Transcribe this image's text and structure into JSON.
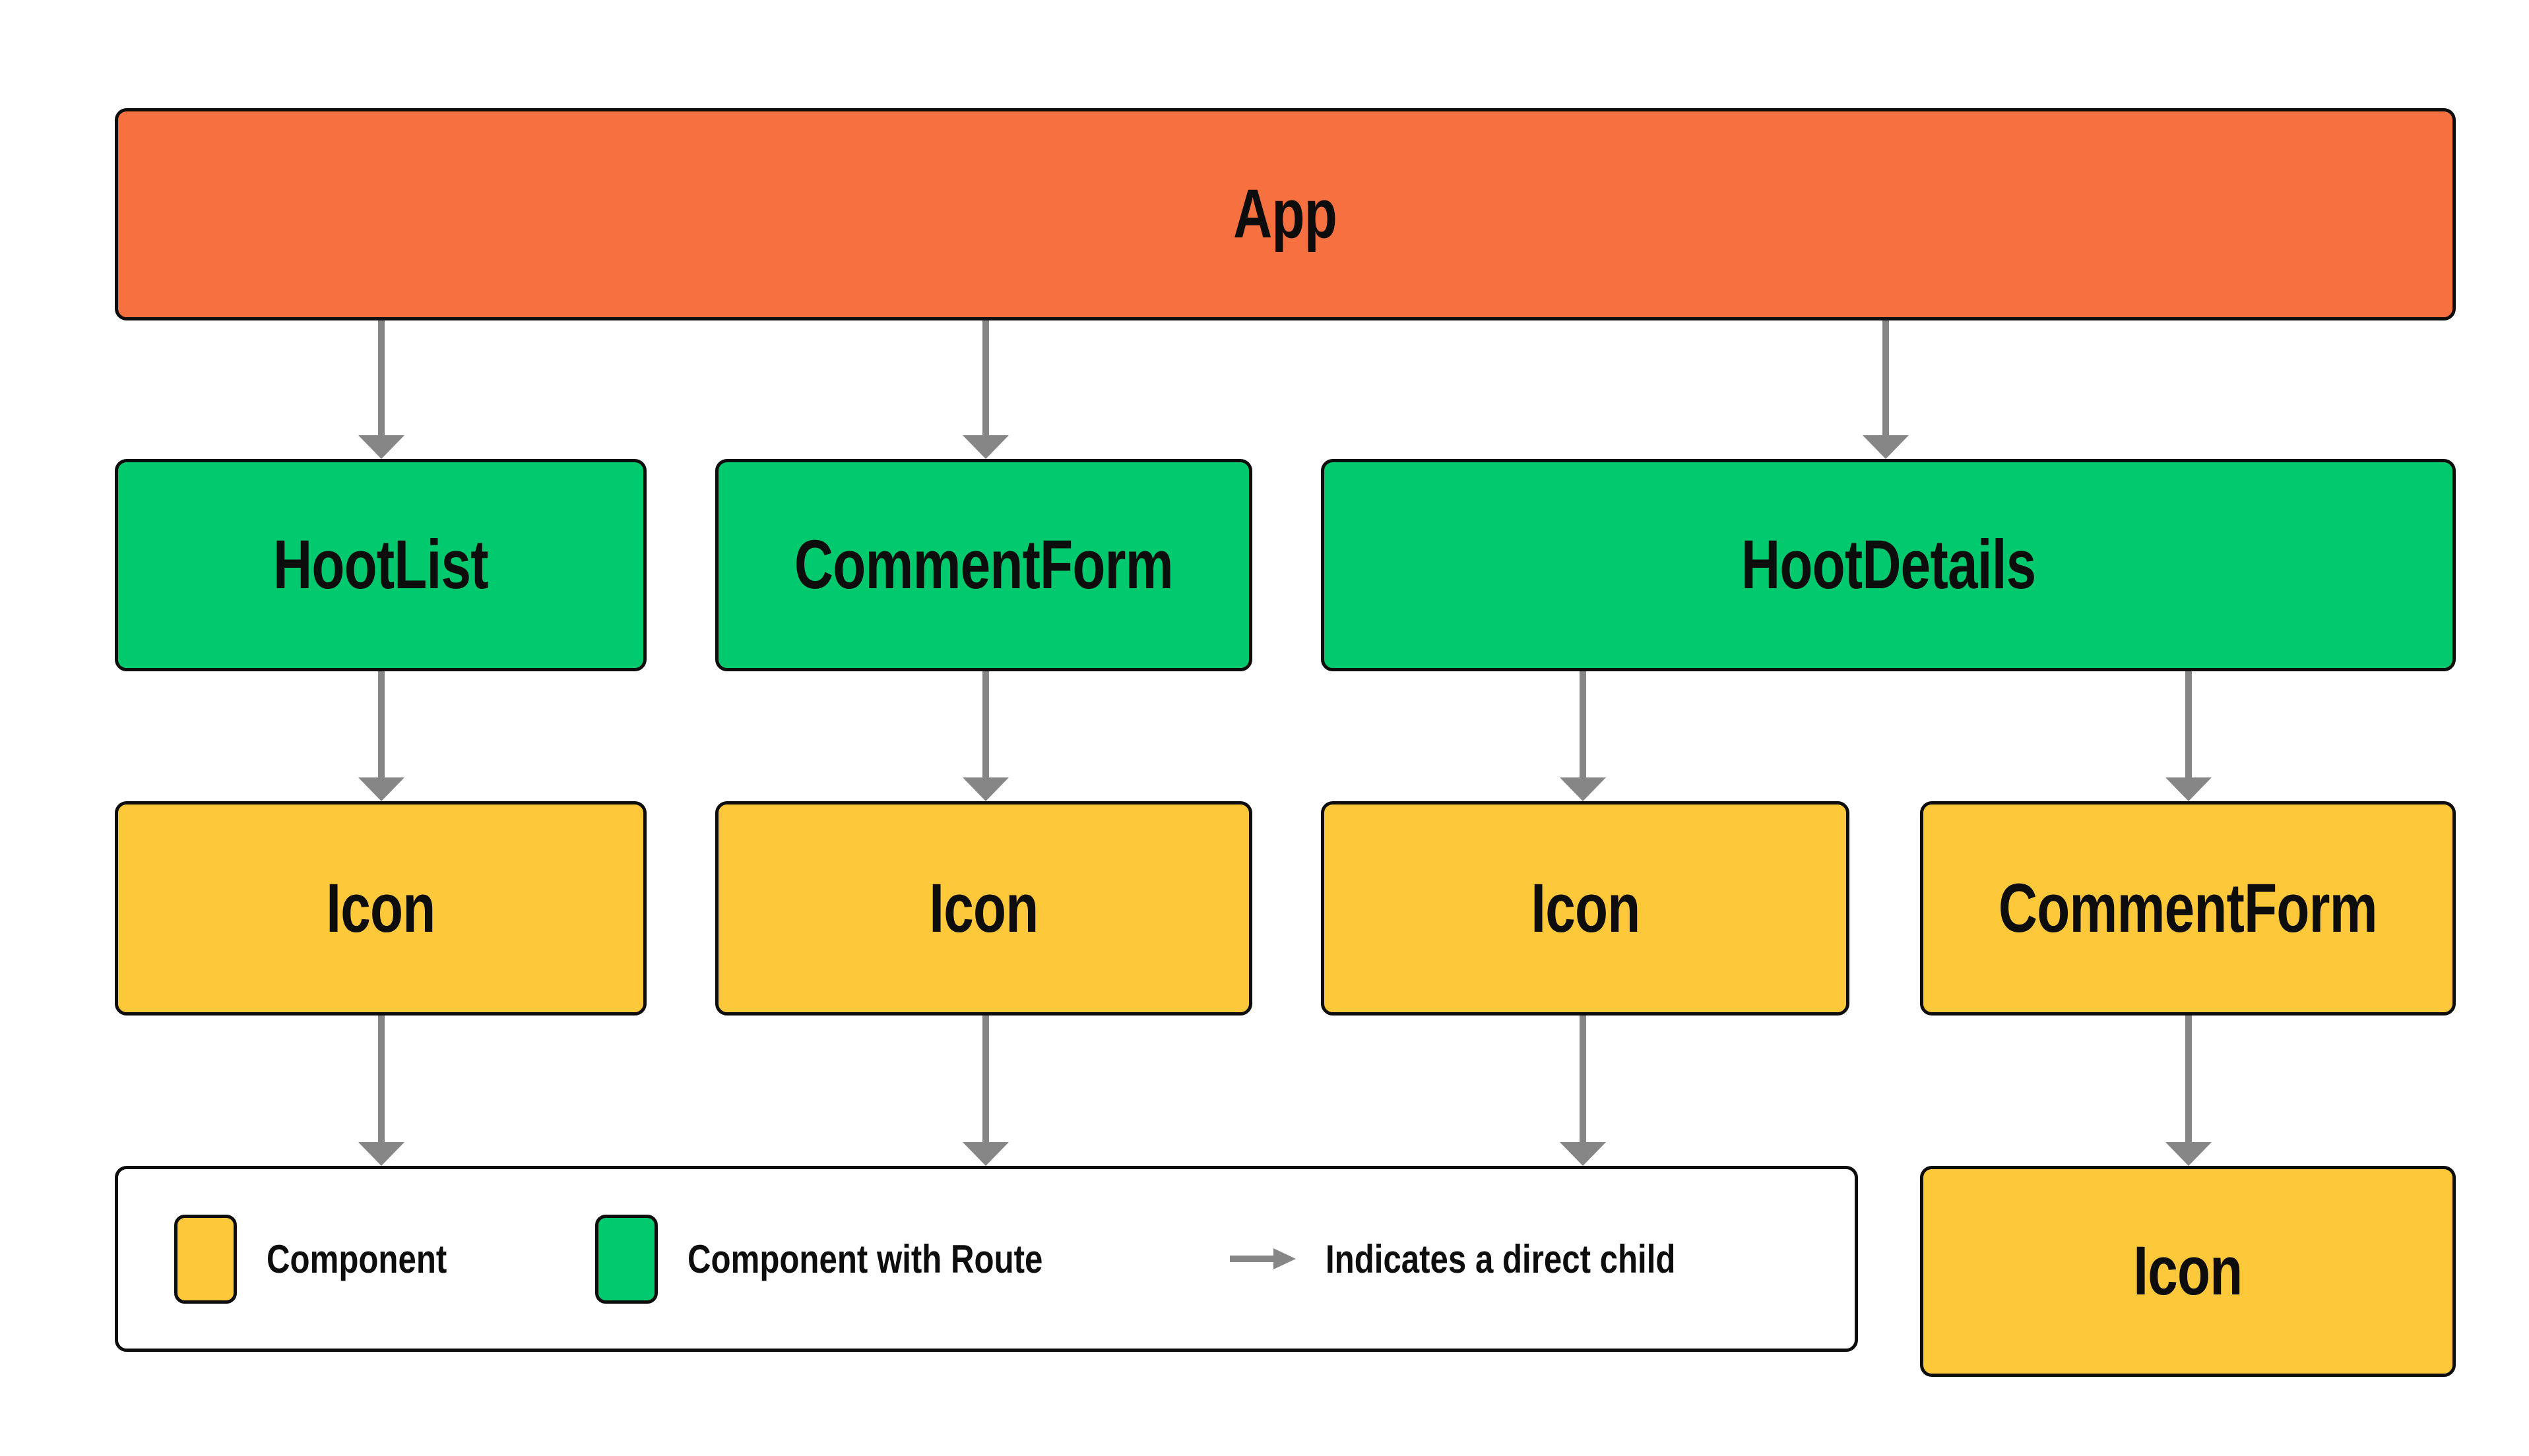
{
  "colors": {
    "node_orange": "#F7703F",
    "node_green": "#00C96E",
    "node_yellow": "#FDC93B",
    "arrow_gray": "#868686",
    "outline_black": "#0D0D0D",
    "canvas_white": "#FFFFFF"
  },
  "nodes": {
    "app": {
      "label": "App",
      "type": "root"
    },
    "hootlist": {
      "label": "HootList",
      "type": "component-with-route"
    },
    "commentform_top": {
      "label": "CommentForm",
      "type": "component-with-route"
    },
    "hootdetails": {
      "label": "HootDetails",
      "type": "component-with-route"
    },
    "icon_under_hootlist": {
      "label": "Icon",
      "type": "component"
    },
    "icon_under_commentform": {
      "label": "Icon",
      "type": "component"
    },
    "icon_under_hootdetails": {
      "label": "Icon",
      "type": "component"
    },
    "commentform_under_hootdetails": {
      "label": "CommentForm",
      "type": "component"
    },
    "icon_under_commentform2": {
      "label": "Icon",
      "type": "component"
    }
  },
  "edges": [
    {
      "from": "app",
      "to": "hootlist"
    },
    {
      "from": "app",
      "to": "commentform_top"
    },
    {
      "from": "app",
      "to": "hootdetails"
    },
    {
      "from": "hootlist",
      "to": "icon_under_hootlist"
    },
    {
      "from": "commentform_top",
      "to": "icon_under_commentform"
    },
    {
      "from": "hootdetails",
      "to": "icon_under_hootdetails"
    },
    {
      "from": "hootdetails",
      "to": "commentform_under_hootdetails"
    },
    {
      "from": "commentform_under_hootdetails",
      "to": "icon_under_commentform2"
    }
  ],
  "legend": {
    "component_label": "Component",
    "component_with_route_label": "Component with Route",
    "arrow_label": "Indicates a direct child"
  }
}
